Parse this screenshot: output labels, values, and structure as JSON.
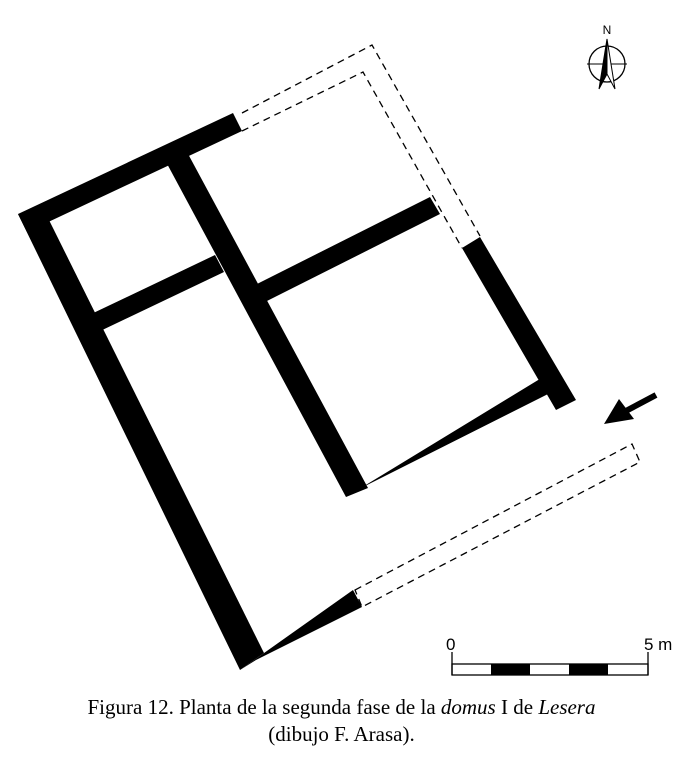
{
  "north_label": "N",
  "scale": {
    "zero_label": "0",
    "end_label": "5 m"
  },
  "caption": {
    "prefix": "Figura 12. Planta de la segunda fase de la ",
    "italic1": "domus",
    "middle": " I de ",
    "italic2": "Lesera",
    "line2": "(dibujo F. Arasa)."
  },
  "icons": {
    "north_arrow": "north-arrow-icon",
    "entrance_arrow": "entrance-arrow-icon"
  }
}
